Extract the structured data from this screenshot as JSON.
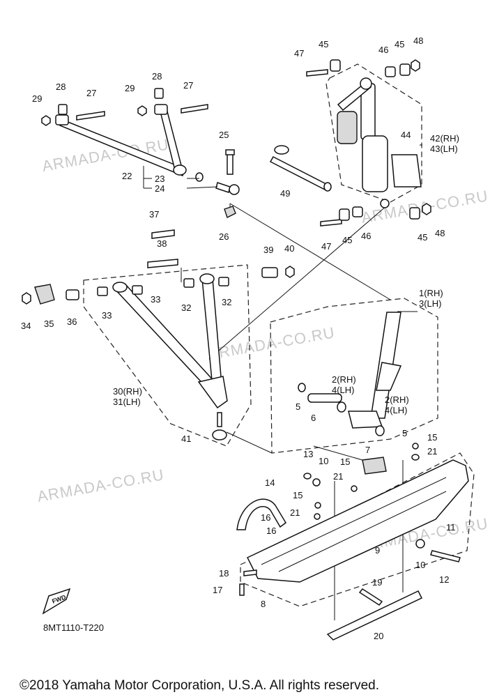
{
  "diagram_code": "8MT1110-T220",
  "fwd_label": "FWD",
  "copyright": "©2018 Yamaha Motor Corporation, U.S.A. All rights reserved.",
  "watermark": "ARMADA-CO.RU",
  "callouts": [
    "1(RH)",
    "3(LH)",
    "2(RH)",
    "4(LH)",
    "5",
    "6",
    "7",
    "8",
    "9",
    "10",
    "11",
    "12",
    "13",
    "14",
    "15",
    "16",
    "17",
    "18",
    "19",
    "20",
    "21",
    "22",
    "23",
    "24",
    "25",
    "26",
    "27",
    "28",
    "29",
    "30(RH)",
    "31(LH)",
    "32",
    "33",
    "34",
    "35",
    "36",
    "37",
    "38",
    "39",
    "40",
    "41",
    "42(RH)",
    "43(LH)",
    "44",
    "45",
    "46",
    "47",
    "48",
    "49"
  ]
}
